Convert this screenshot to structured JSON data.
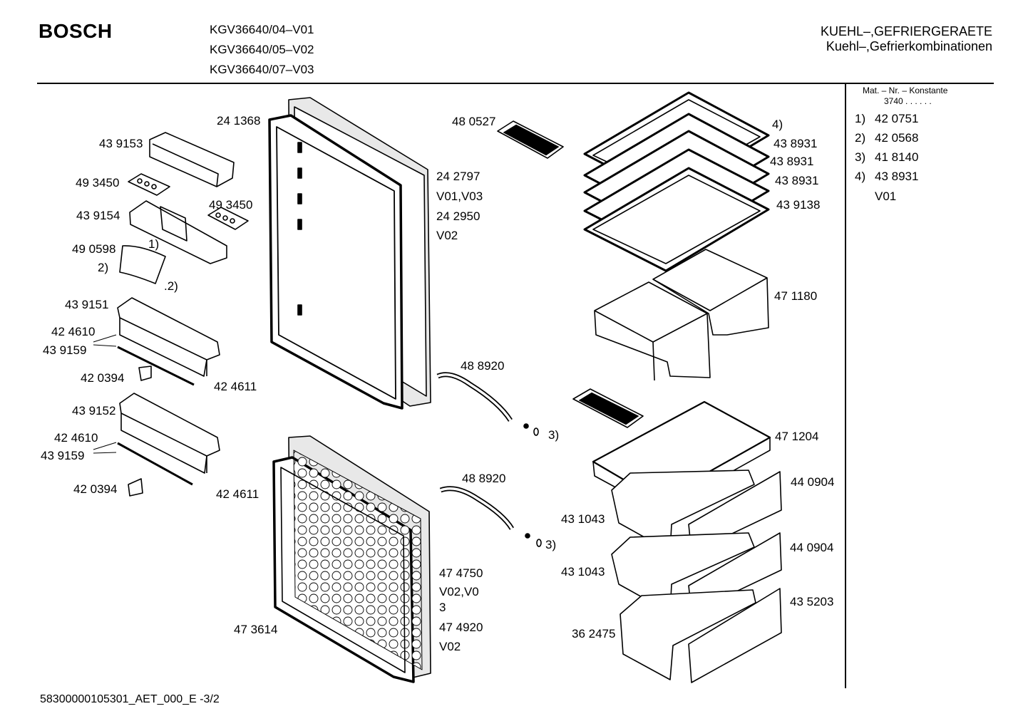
{
  "header": {
    "brand": "BOSCH",
    "models": [
      "KGV36640/04–V01",
      "KGV36640/05–V02",
      "KGV36640/07–V03"
    ],
    "category_line1": "KUEHL–,GEFRIERGERAETE",
    "category_line2": "Kuehl–,Gefrierkombinationen"
  },
  "side_panel": {
    "title": "Mat. – Nr. – Konstante",
    "constant": "3740 . .   . . . .",
    "notes": [
      {
        "num": "1)",
        "part": "42 0751"
      },
      {
        "num": "2)",
        "part": "42 0568"
      },
      {
        "num": "3)",
        "part": "41 8140"
      },
      {
        "num": "4)",
        "part": "43 8931"
      }
    ],
    "note4_variant": "V01"
  },
  "parts": {
    "p241368": "24 1368",
    "p439153": "43 9153",
    "p493450a": "49 3450",
    "p439154": "43 9154",
    "p493450b": "49 3450",
    "p490598": "49 0598",
    "n1": "1)",
    "n2a": "2)",
    "n2b": ".2)",
    "p439151": "43 9151",
    "p424610a": "42 4610",
    "p439159a": "43 9159",
    "p420394a": "42 0394",
    "p424611a": "42 4611",
    "p439152": "43 9152",
    "p424610b": "42 4610",
    "p439159b": "43 9159",
    "p420394b": "42 0394",
    "p424611b": "42 4611",
    "p480527": "48 0527",
    "p242797": "24 2797",
    "v0103": "V01,V03",
    "p242950": "24 2950",
    "v02a": "V02",
    "p488920a": "48 8920",
    "n3a": "3)",
    "p488920b": "48 8920",
    "n3b": "3)",
    "p474750": "47 4750",
    "v020": "V02,V0",
    "v3": "3",
    "p474920": "47 4920",
    "v02b": "V02",
    "p473614": "47 3614",
    "n4": "4)",
    "p438931a": "43 8931",
    "p438931b": "43 8931",
    "p438931c": "43 8931",
    "p439138": "43 9138",
    "p471180": "47 1180",
    "p471204": "47 1204",
    "p440904a": "44 0904",
    "p431043a": "43 1043",
    "p440904b": "44 0904",
    "p431043b": "43 1043",
    "p435203": "43 5203",
    "p362475": "36 2475"
  },
  "footer": "58300000105301_AET_000_E -3/2"
}
